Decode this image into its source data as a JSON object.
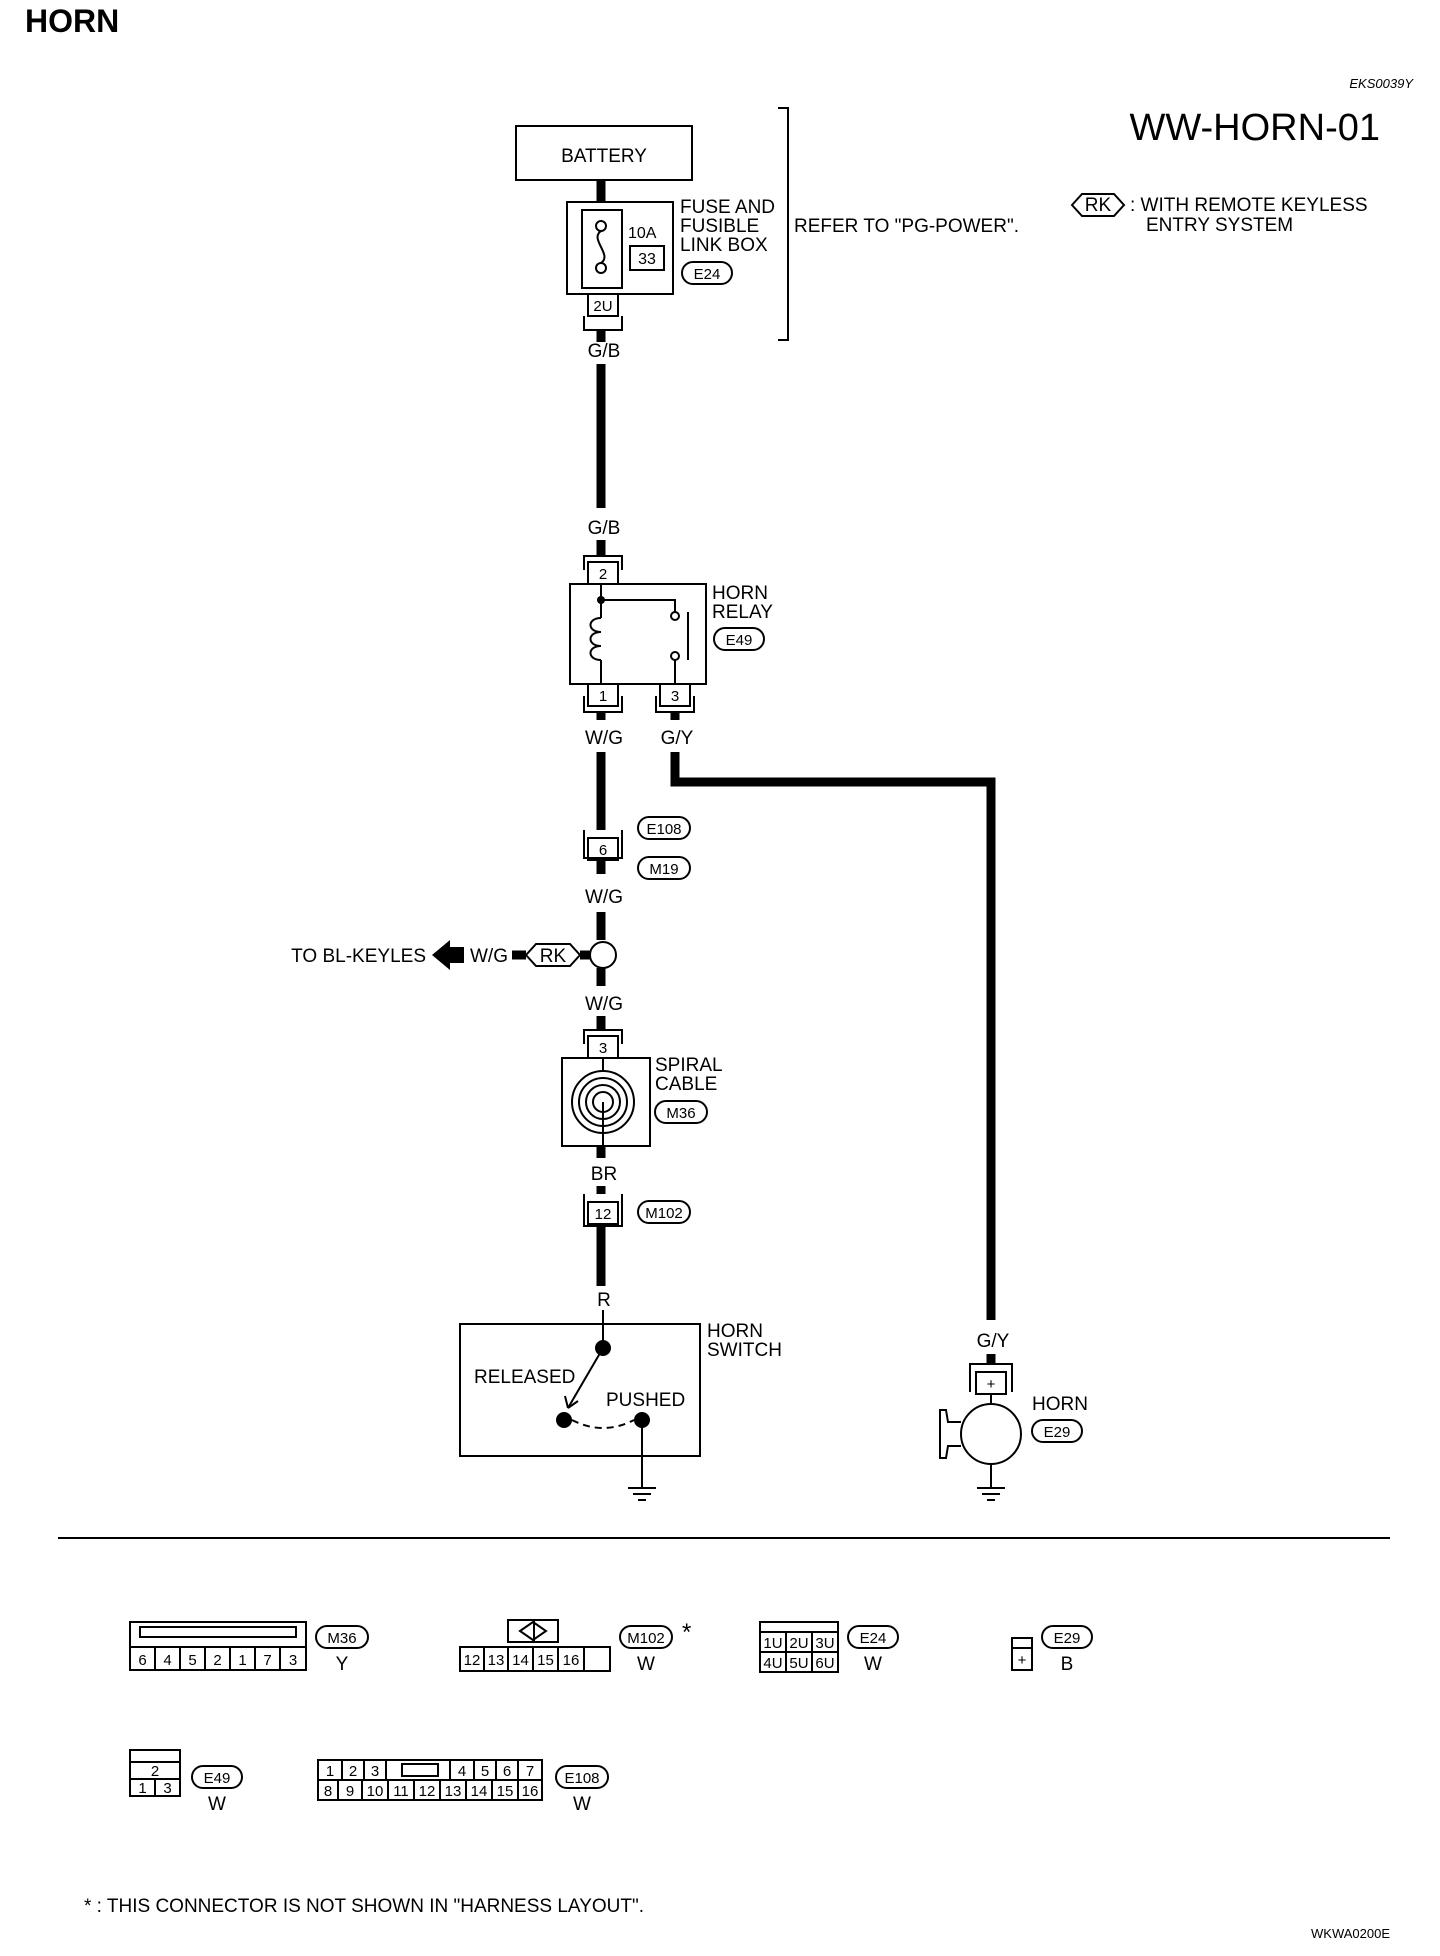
{
  "header": {
    "title": "HORN",
    "doc_id": "EKS0039Y",
    "diagram_id": "WW-HORN-01",
    "figure_code": "WKWA0200E"
  },
  "legend": {
    "badge": "RK",
    "line1": ": WITH REMOTE KEYLESS",
    "line2": "ENTRY SYSTEM"
  },
  "power": {
    "battery": "BATTERY",
    "fuse_line1": "FUSE AND",
    "fuse_line2": "FUSIBLE",
    "fuse_line3": "LINK BOX",
    "fuse_amp": "10A",
    "fuse_no": "33",
    "fuse_conn": "E24",
    "fuse_pin": "2U",
    "refer": "REFER TO \"PG-POWER\"."
  },
  "wires": {
    "gb_top": "G/B",
    "gb_bottom": "G/B",
    "wg1": "W/G",
    "gy1": "G/Y",
    "wg2": "W/G",
    "wg3": "W/G",
    "wg_branch": "W/G",
    "br": "BR",
    "r": "R",
    "gy_horn": "G/Y"
  },
  "relay": {
    "line1": "HORN",
    "line2": "RELAY",
    "conn": "E49",
    "pin_top": "2",
    "pin_left": "1",
    "pin_right": "3"
  },
  "joint": {
    "conn_top": "E108",
    "conn_bottom": "M19",
    "pin": "6"
  },
  "branch": {
    "label": "TO BL-KEYLES",
    "badge": "RK"
  },
  "spiral": {
    "line1": "SPIRAL",
    "line2": "CABLE",
    "conn": "M36",
    "pin": "3"
  },
  "m102": {
    "conn": "M102",
    "pin": "12"
  },
  "horn_switch": {
    "line1": "HORN",
    "line2": "SWITCH",
    "released": "RELEASED",
    "pushed": "PUSHED"
  },
  "horn": {
    "label": "HORN",
    "conn": "E29",
    "pin": "+"
  },
  "connectors": {
    "m36": {
      "id": "M36",
      "color": "Y",
      "pins": [
        "6",
        "4",
        "5",
        "2",
        "1",
        "7",
        "3"
      ]
    },
    "m102": {
      "id": "M102",
      "color": "W",
      "pins": [
        "12",
        "13",
        "14",
        "15",
        "16"
      ],
      "star": "*"
    },
    "e24": {
      "id": "E24",
      "color": "W",
      "row1": [
        "1U",
        "2U",
        "3U"
      ],
      "row2": [
        "4U",
        "5U",
        "6U"
      ]
    },
    "e29": {
      "id": "E29",
      "color": "B",
      "pin": "+"
    },
    "e49": {
      "id": "E49",
      "color": "W",
      "top": "2",
      "bottom": [
        "1",
        "3"
      ]
    },
    "e108": {
      "id": "E108",
      "color": "W",
      "row1": [
        "1",
        "2",
        "3",
        "4",
        "5",
        "6",
        "7"
      ],
      "row2": [
        "8",
        "9",
        "10",
        "11",
        "12",
        "13",
        "14",
        "15",
        "16"
      ]
    }
  },
  "footnote": "* : THIS CONNECTOR IS NOT SHOWN IN \"HARNESS LAYOUT\"."
}
